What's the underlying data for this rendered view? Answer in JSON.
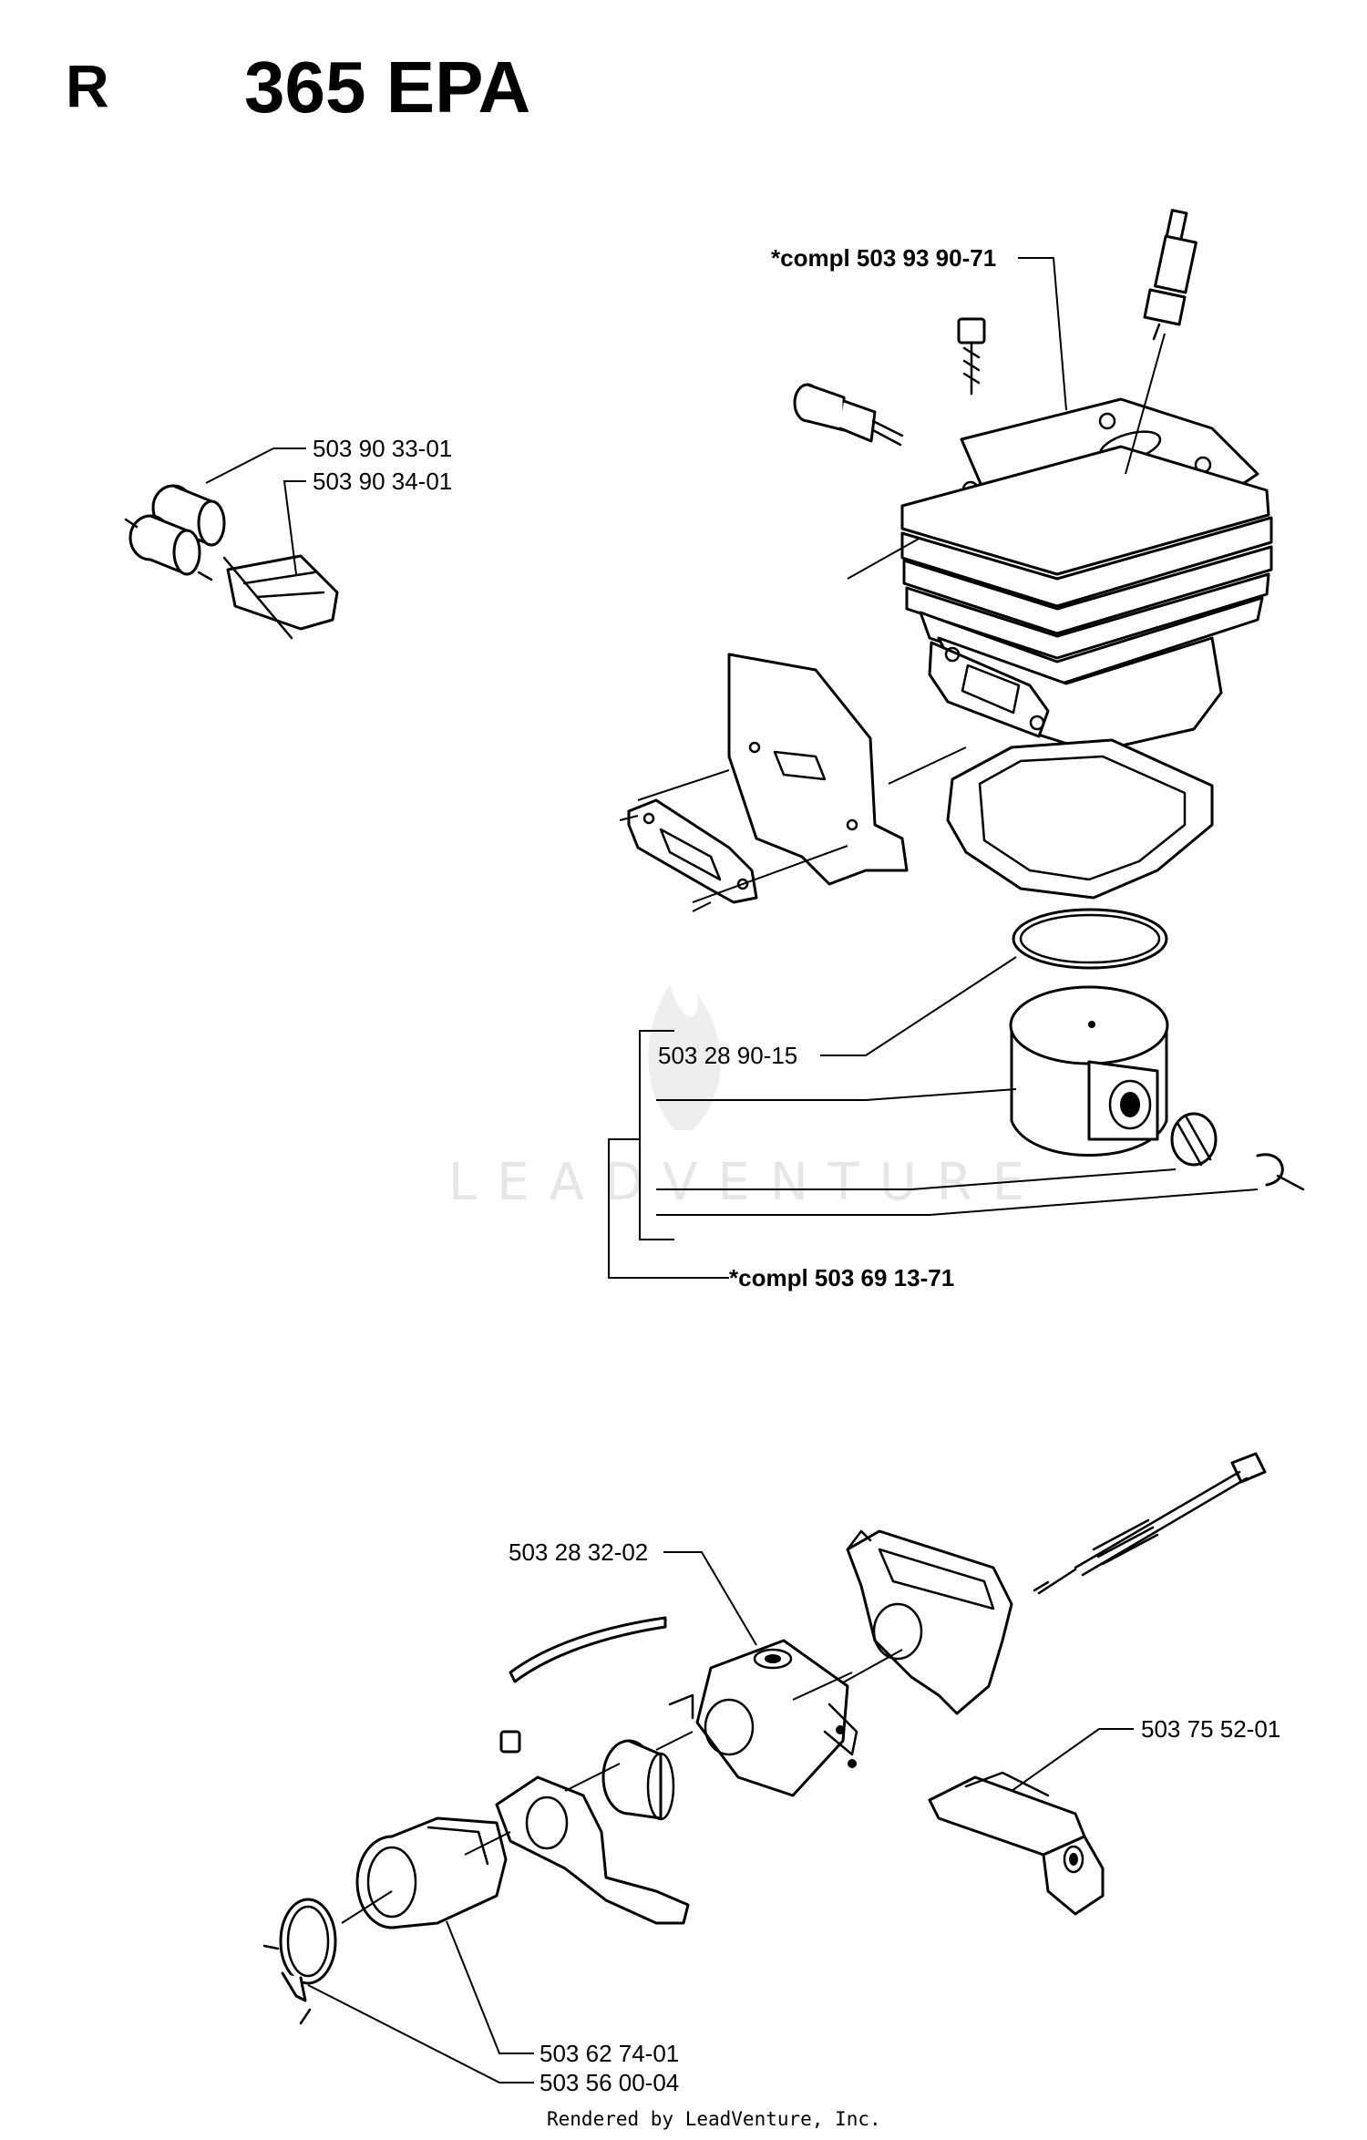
{
  "header": {
    "section_letter": "R",
    "model": "365 EPA"
  },
  "callouts": {
    "compl_cylinder": "*compl 503 93 90-71",
    "part_a": "503 90 33-01",
    "part_b": "503 90 34-01",
    "ring": "503 28 90-15",
    "compl_piston": "*compl 503 69 13-71",
    "carburetor": "503 28 32-02",
    "filter_holder": "503 75 52-01",
    "intake": "503 62 74-01",
    "clamp": "503 56 00-04"
  },
  "watermark": "LEADVENTURE",
  "footer": "Rendered by LeadVenture, Inc."
}
